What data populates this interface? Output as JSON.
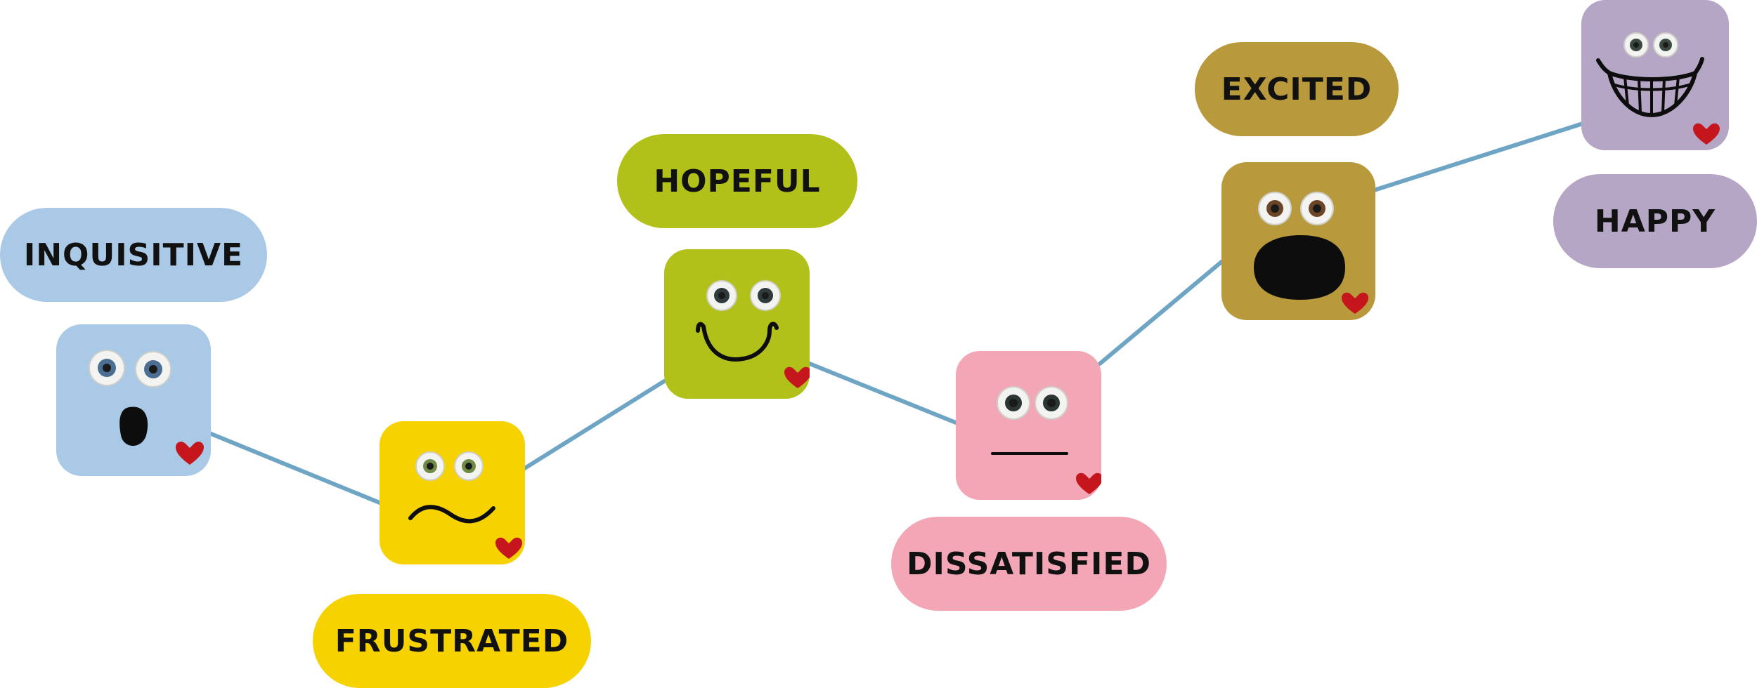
{
  "colors": {
    "connector": "#6fa5c4",
    "eye_white": "#f3f3f1",
    "pupil_dark": "#1a1a1a",
    "ink": "#0d0d0d",
    "heart": "#c4161c"
  },
  "emotions": [
    {
      "label": "INQUISITIVE",
      "color": "#a9c9e6",
      "iris": "#4b6e92",
      "mouth": "open-oval"
    },
    {
      "label": "FRUSTRATED",
      "color": "#f6d200",
      "iris": "#6f8b45",
      "mouth": "wavy"
    },
    {
      "label": "HOPEFUL",
      "color": "#b2c11a",
      "iris": "#2f3a3a",
      "mouth": "smile"
    },
    {
      "label": "DISSATISFIED",
      "color": "#f3a7b6",
      "iris": "#2b3532",
      "mouth": "flat-line"
    },
    {
      "label": "EXCITED",
      "color": "#b8993c",
      "iris": "#6b4525",
      "mouth": "open-big"
    },
    {
      "label": "HAPPY",
      "color": "#b4a6c4",
      "iris": "#3b4a40",
      "mouth": "grin"
    }
  ]
}
